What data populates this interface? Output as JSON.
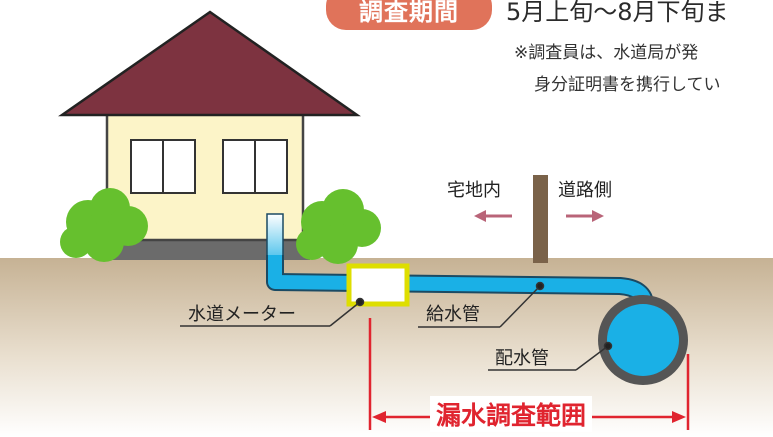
{
  "header": {
    "period_badge": "調査期間",
    "period_text": "5月上旬～8月下旬ま",
    "note_line1": "※調査員は、水道局が発",
    "note_line2": "身分証明書を携行してい"
  },
  "labels": {
    "takuchi_nai": "宅地内",
    "douro_gawa": "道路側",
    "water_meter": "水道メーター",
    "supply_pipe": "給水管",
    "distribution_pipe": "配水管",
    "leak_survey_range": "漏水調査範囲"
  },
  "colors": {
    "roof": "#7d3340",
    "wall": "#fcf4c8",
    "ground": "#cab69a",
    "pipe": "#1ab0e6",
    "meter_frame": "#dede00",
    "range_red": "#e0242f",
    "bush": "#66c02e",
    "post": "#7a6249",
    "badge": "#e0735a"
  }
}
